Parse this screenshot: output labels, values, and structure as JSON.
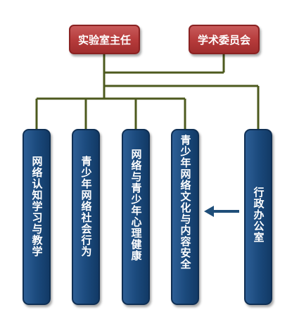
{
  "top": {
    "director": "实验室主任",
    "committee": "学术委员会"
  },
  "departments": [
    "网络认知学习与教学",
    "青少年网络社会行为",
    "网络与青少年心理健康",
    "青少年网络文化与内容安全"
  ],
  "office": "行政办公室",
  "colors": {
    "top_box": "#b53a3a",
    "column_box": "#1b4a7d",
    "connector": "#4d5a1e",
    "arrow": "#1f4e79"
  }
}
